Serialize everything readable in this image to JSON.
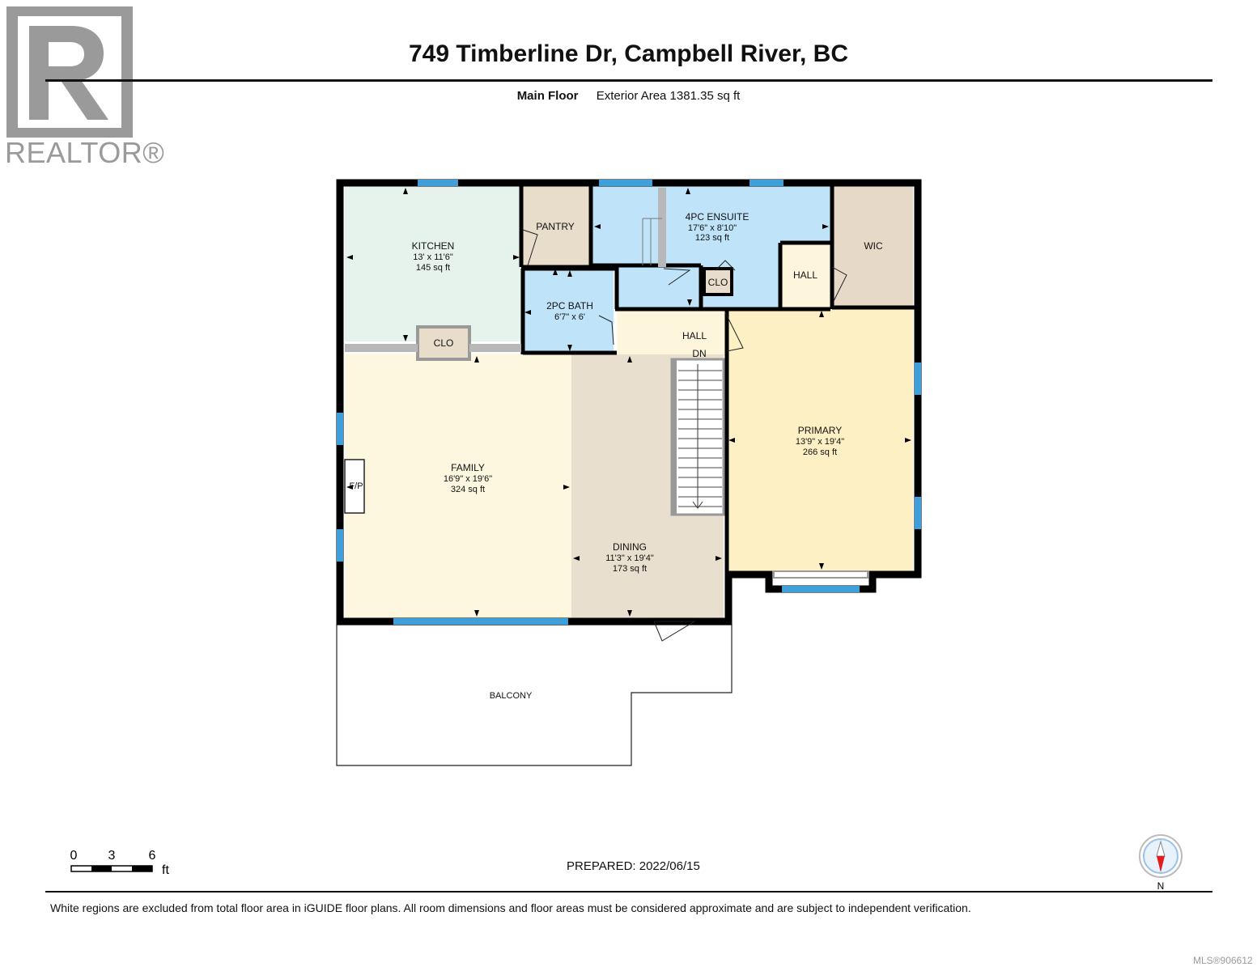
{
  "header": {
    "logo_text": "REALTOR®",
    "title": "749 Timberline Dr, Campbell River, BC",
    "floor_name": "Main Floor",
    "area_text": "Exterior Area 1381.35 sq ft"
  },
  "rooms": {
    "kitchen": {
      "name": "KITCHEN",
      "dims": "13' x 11'6\"",
      "area": "145 sq ft"
    },
    "pantry": {
      "name": "PANTRY"
    },
    "ensuite": {
      "name": "4PC ENSUITE",
      "dims": "17'6\" x 8'10\"",
      "area": "123 sq ft"
    },
    "wic": {
      "name": "WIC"
    },
    "hall_upper": {
      "name": "HALL"
    },
    "clo_ensuite": {
      "name": "CLO"
    },
    "bath2": {
      "name": "2PC BATH",
      "dims": "6'7\" x 6'"
    },
    "hall_mid": {
      "name": "HALL"
    },
    "stairs_dn": {
      "name": "DN"
    },
    "clo_kitchen": {
      "name": "CLO"
    },
    "family": {
      "name": "FAMILY",
      "dims": "16'9\" x 19'6\"",
      "area": "324 sq ft"
    },
    "fireplace": {
      "name": "F/P"
    },
    "dining": {
      "name": "DINING",
      "dims": "11'3\" x 19'4\"",
      "area": "173 sq ft"
    },
    "primary": {
      "name": "PRIMARY",
      "dims": "13'9\" x 19'4\"",
      "area": "266 sq ft"
    },
    "balcony": {
      "name": "BALCONY"
    }
  },
  "scale_bar": {
    "ticks": [
      "0",
      "3",
      "6"
    ],
    "unit": "ft"
  },
  "prepared": "PREPARED: 2022/06/15",
  "compass_label": "N",
  "disclaimer": "White regions are excluded from total floor area in iGUIDE floor plans. All room dimensions and floor areas must be considered approximate and are subject to independent verification.",
  "mls": "MLS®906612",
  "colors": {
    "kitchen": "#e6f3ec",
    "pantry": "#e8dccb",
    "ensuite": "#bfe3f8",
    "wic": "#e6d9c8",
    "hall": "#fdf6dd",
    "family": "#fef7e0",
    "dining": "#e8dfcf",
    "primary": "#fdf0c4",
    "window": "#3f9fd8",
    "wall": "#000000"
  }
}
